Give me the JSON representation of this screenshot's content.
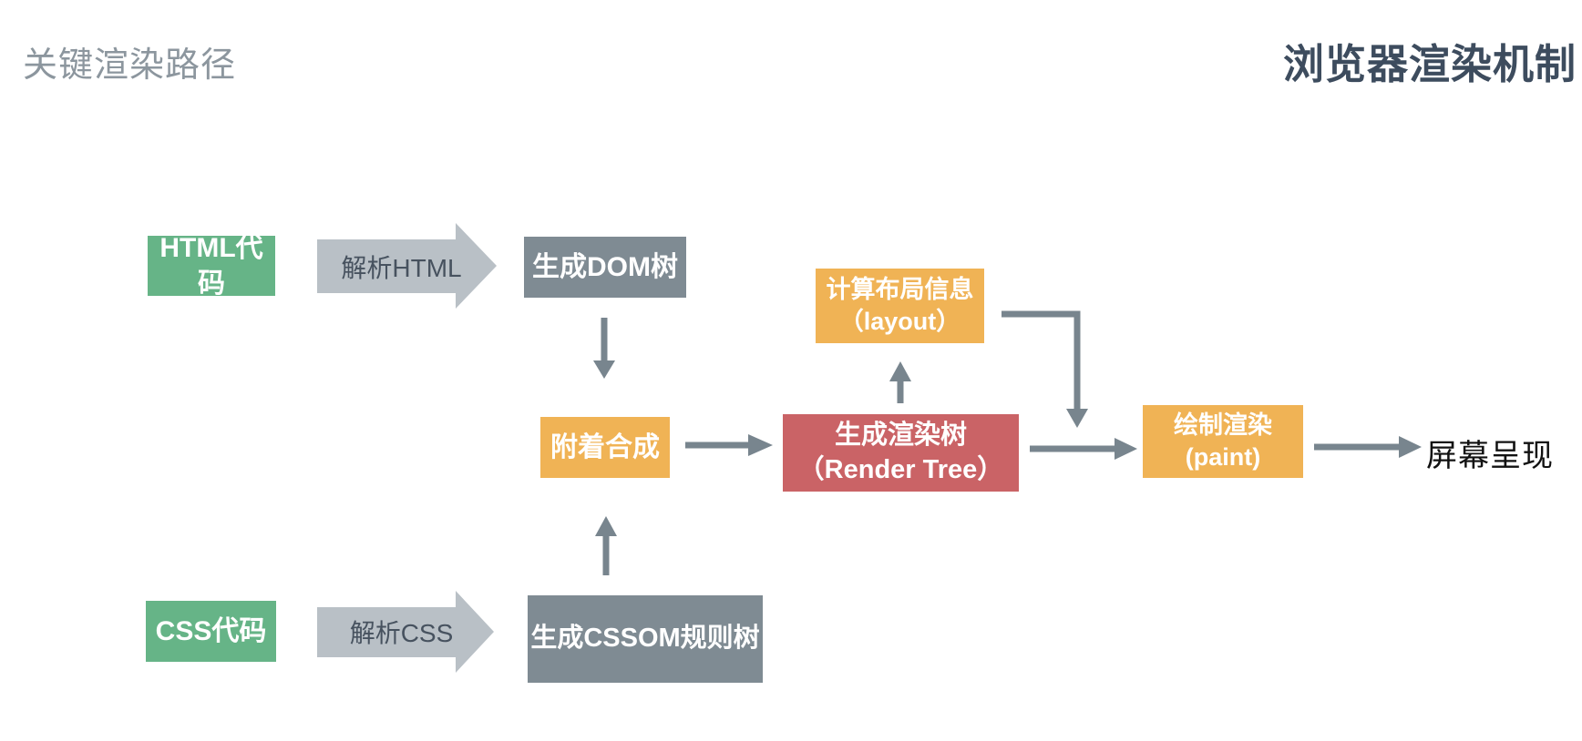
{
  "header": {
    "subtitle": "关键渲染路径",
    "title": "浏览器渲染机制"
  },
  "palette": {
    "source_box_green": "#66b487",
    "process_box_slate": "#7f8b93",
    "stage_box_orange": "#f0b355",
    "render_tree_box_red": "#ca6366",
    "parse_arrow_fill": "#b9c0c6",
    "parse_arrow_text": "#47525f",
    "connector_gray": "#78858e",
    "subtitle_color": "#8c969e",
    "title_color": "#3d4c5e",
    "screen_text_color": "#111111"
  },
  "nodes": {
    "html_code": {
      "label": "HTML代码"
    },
    "parse_html": {
      "label": "解析HTML"
    },
    "dom_tree": {
      "label": "生成DOM树"
    },
    "css_code": {
      "label": "CSS代码"
    },
    "parse_css": {
      "label": "解析CSS"
    },
    "cssom_tree": {
      "label": "生成CSSOM规则树"
    },
    "attach": {
      "label": "附着合成"
    },
    "render_tree": {
      "line1": "生成渲染树",
      "line2": "（Render Tree）"
    },
    "layout": {
      "line1": "计算布局信息",
      "line2": "（layout）"
    },
    "paint": {
      "line1": "绘制渲染",
      "line2": "(paint)"
    },
    "screen": {
      "label": "屏幕呈现"
    }
  }
}
